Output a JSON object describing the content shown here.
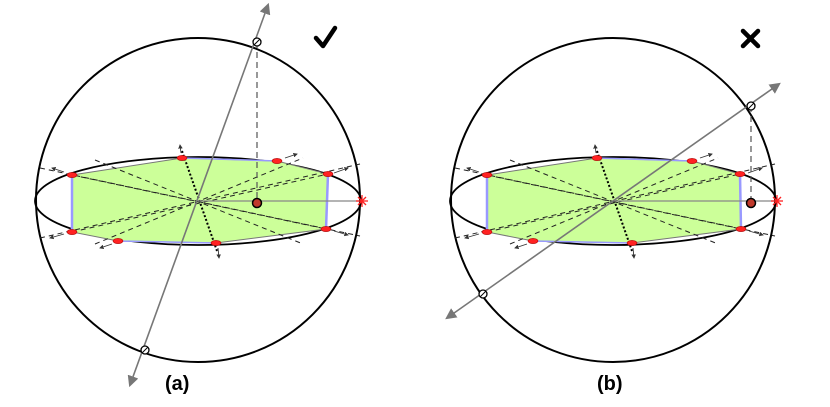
{
  "panels": [
    {
      "id": "a",
      "label": "(a)",
      "verdict": "check-icon"
    },
    {
      "id": "b",
      "label": "(b)",
      "verdict": "cross-icon"
    }
  ],
  "colors": {
    "outline": "#000000",
    "fill": "#ccff99",
    "polygon_edge": "#9999ff",
    "axis": "#777777",
    "marker": "#ff2222",
    "center_dot": "#c0392b"
  }
}
